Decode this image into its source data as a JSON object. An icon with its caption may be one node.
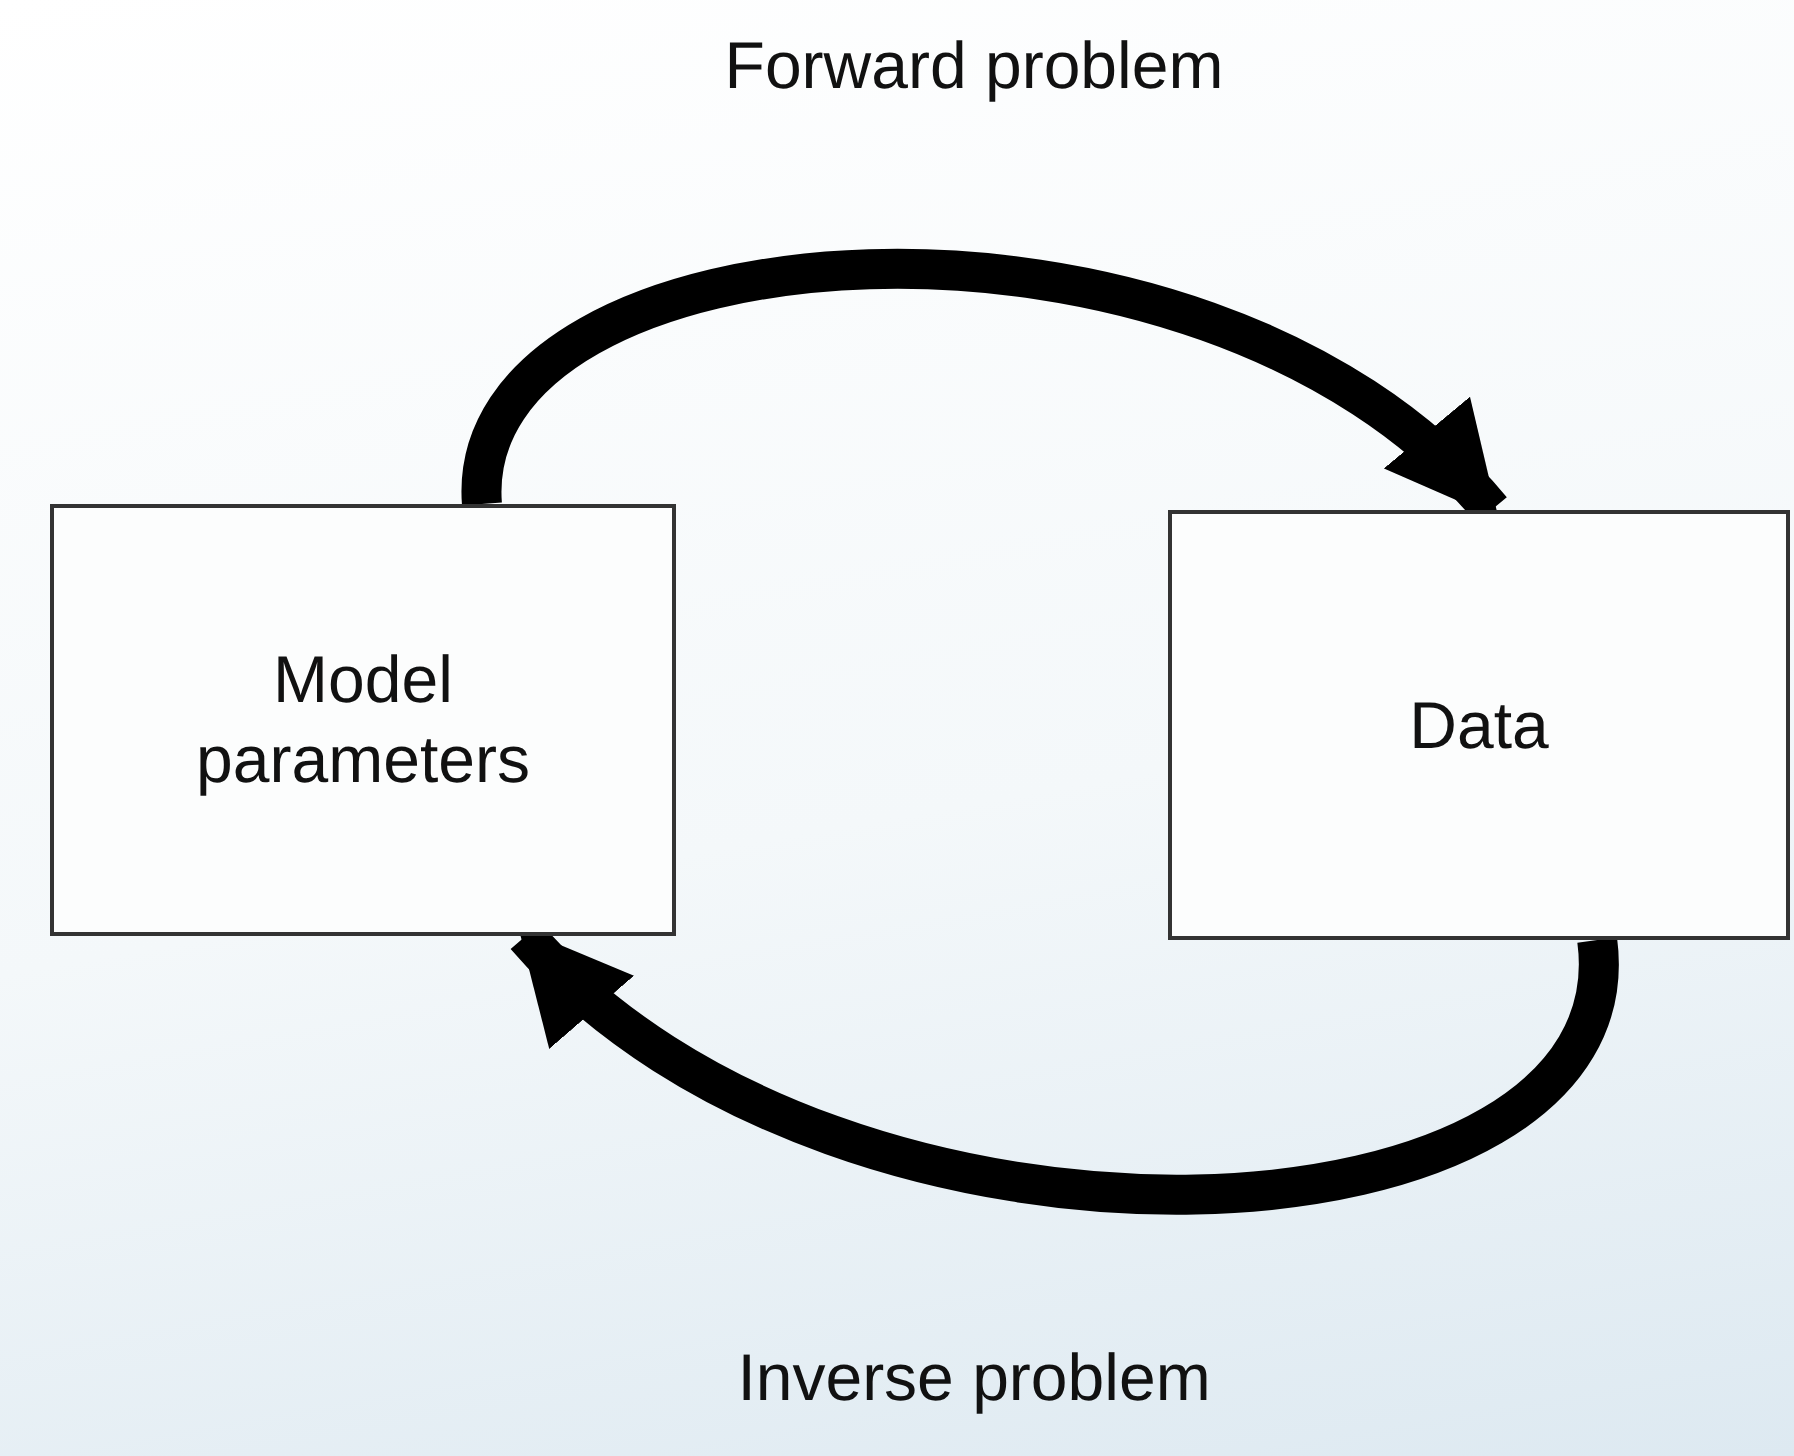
{
  "diagram": {
    "nodes": [
      {
        "text": [
          "Model parameters"
        ]
      },
      {
        "text": [
          "Data"
        ]
      }
    ],
    "edges": [
      {
        "from": 0,
        "to": 1,
        "arrow": "to",
        "label": "Forward problem"
      },
      {
        "from": 1,
        "to": 0,
        "arrow": "to",
        "label": "Inverse problem"
      }
    ]
  }
}
